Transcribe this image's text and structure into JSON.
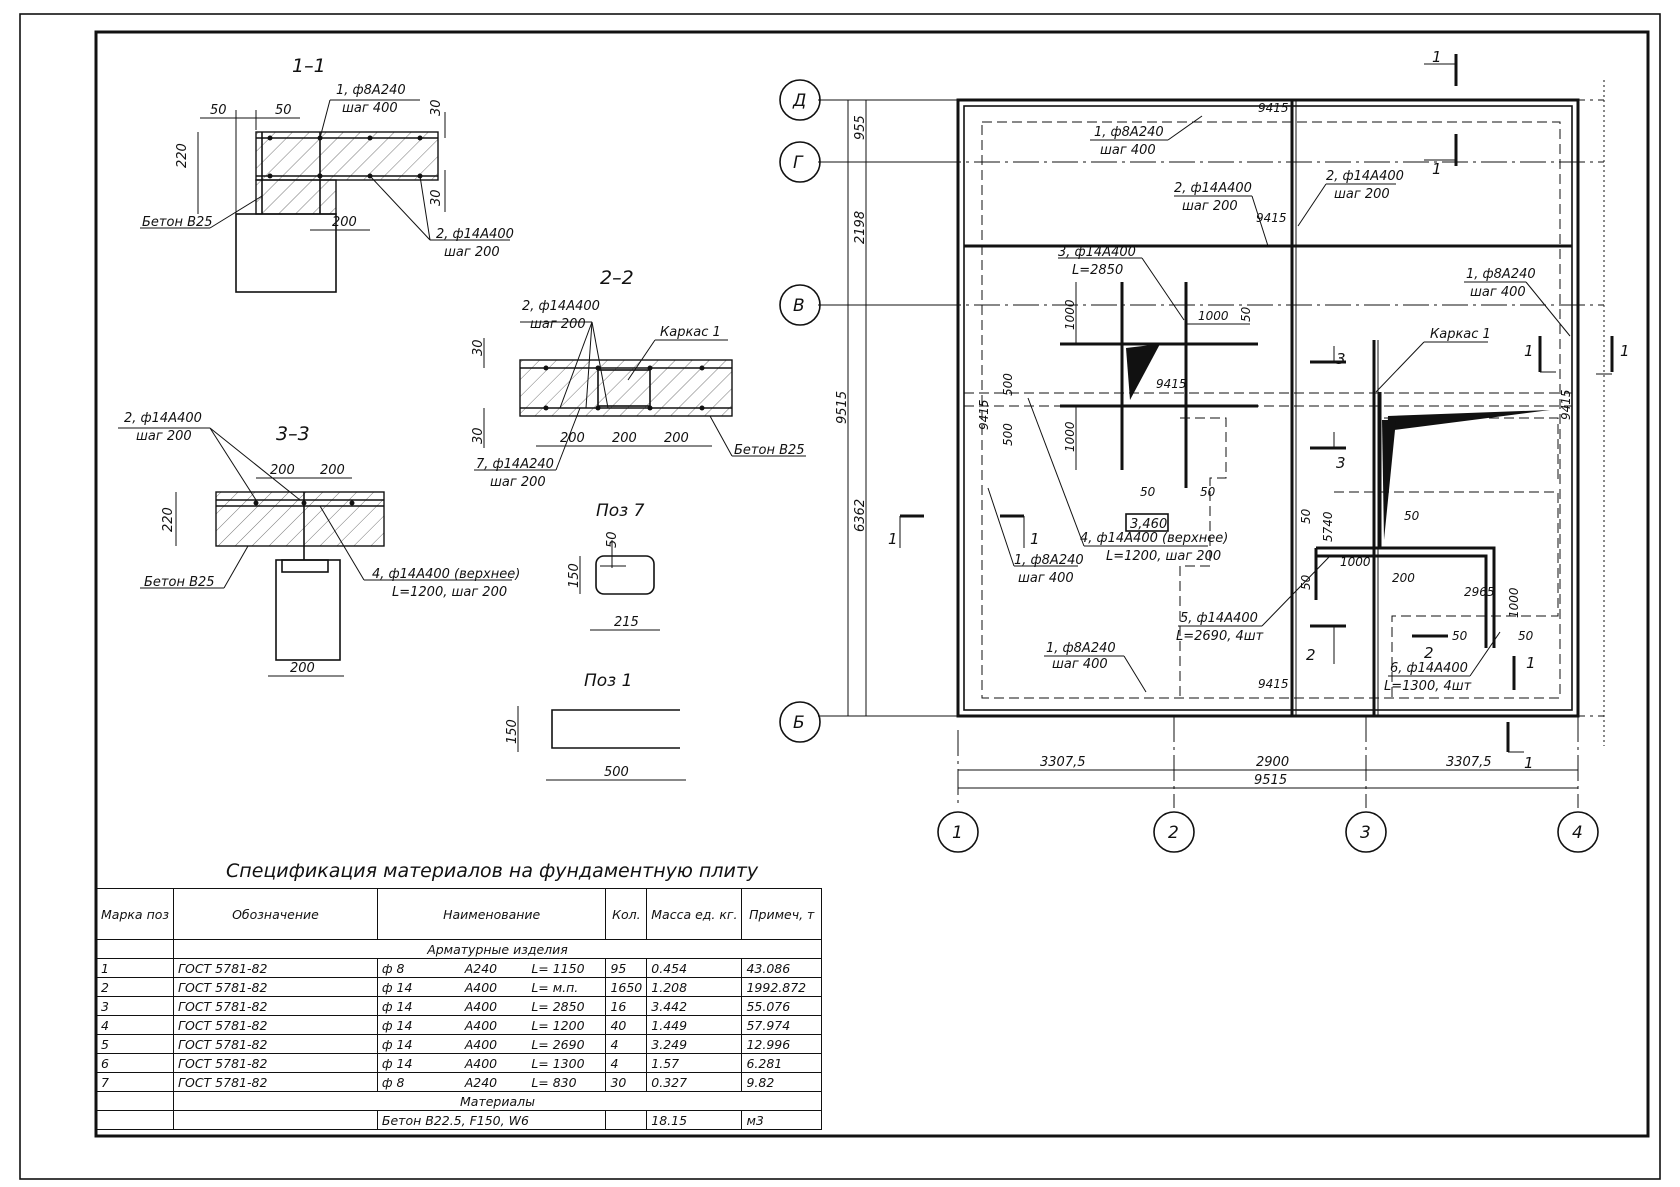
{
  "sections": {
    "s11": {
      "title": "1–1",
      "rebar_top": "1, ф8А240",
      "rebar_top_step": "шаг 400",
      "rebar_bot": "2, ф14А400",
      "rebar_bot_step": "шаг 200",
      "concrete": "Бетон В25",
      "dims": [
        "50",
        "50",
        "30",
        "220",
        "30",
        "200"
      ]
    },
    "s22": {
      "title": "2–2",
      "rebar_a": "2, ф14А400",
      "rebar_a_step": "шаг 200",
      "frame": "Каркас 1",
      "rebar_b": "7, ф14А240",
      "rebar_b_step": "шаг 200",
      "concrete": "Бетон В25",
      "dims": [
        "30",
        "30",
        "200",
        "200",
        "200"
      ]
    },
    "s33": {
      "title": "3–3",
      "rebar_a": "2, ф14А400",
      "rebar_a_step": "шаг 200",
      "rebar_b": "4, ф14А400 (верхнее)",
      "rebar_b_step": "L=1200, шаг 200",
      "concrete": "Бетон В25",
      "dims": [
        "200",
        "200",
        "220",
        "200"
      ]
    },
    "poz7": {
      "title": "Поз 7",
      "dims": [
        "50",
        "150",
        "215"
      ]
    },
    "poz1": {
      "title": "Поз 1",
      "dims": [
        "150",
        "500"
      ]
    }
  },
  "plan": {
    "axes_letters": [
      "Д",
      "Г",
      "В",
      "Б"
    ],
    "axes_numbers": [
      "1",
      "2",
      "3",
      "4"
    ],
    "dims_left": [
      "955",
      "2198",
      "9515",
      "6362"
    ],
    "dims_bottom": [
      "3307,5",
      "2900",
      "3307,5",
      "9515"
    ],
    "labels": {
      "r1a": "1, ф8А240",
      "r1a_step": "шаг 400",
      "r2a": "2, ф14А400",
      "r2a_step": "шаг 200",
      "r2b": "2, ф14А400",
      "r2b_step": "шаг 200",
      "r3": "3, ф14А400",
      "r3_len": "L=2850",
      "r1b": "1, ф8А240",
      "r1b_step": "шаг 400",
      "frame": "Каркас 1",
      "r4": "4, ф14А400 (верхнее)",
      "r4_len": "L=1200, шаг 200",
      "r1c": "1, ф8А240",
      "r1c_step": "шаг 400",
      "r1d": "1, ф8А240",
      "r1d_step": "шаг 400",
      "r5": "5, ф14А400",
      "r5_len": "L=2690, 4шт",
      "r6": "6, ф14А400",
      "r6_len": "L=1300, 4шт",
      "elev": "3,460"
    },
    "inner_dims": [
      "9415",
      "9415",
      "9415",
      "9415",
      "9415",
      "9415",
      "1000",
      "50",
      "1000",
      "1000",
      "500",
      "500",
      "50",
      "50",
      "50",
      "5740",
      "50",
      "1000",
      "200",
      "2965",
      "1000",
      "50",
      "50",
      "50"
    ],
    "cut_marks": [
      "1",
      "1",
      "1",
      "1",
      "1",
      "1",
      "1",
      "2",
      "2",
      "3",
      "3",
      "1"
    ]
  },
  "spec": {
    "title": "Спецификация материалов на фундаментную плиту",
    "headers": [
      "Марка поз",
      "Обозначение",
      "Наименование",
      "Кол.",
      "Масса ед. кг.",
      "Примеч, т"
    ],
    "group1": "Арматурные изделия",
    "rows": [
      {
        "pos": "1",
        "doc": "ГОСТ 5781-82",
        "d": "ф",
        "dn": "8",
        "cls": "А240",
        "len": "L= 1150",
        "qty": "95",
        "mass": "0.454",
        "note": "43.086"
      },
      {
        "pos": "2",
        "doc": "ГОСТ 5781-82",
        "d": "ф",
        "dn": "14",
        "cls": "А400",
        "len": "L= м.п.",
        "qty": "1650",
        "mass": "1.208",
        "note": "1992.872"
      },
      {
        "pos": "3",
        "doc": "ГОСТ 5781-82",
        "d": "ф",
        "dn": "14",
        "cls": "А400",
        "len": "L= 2850",
        "qty": "16",
        "mass": "3.442",
        "note": "55.076"
      },
      {
        "pos": "4",
        "doc": "ГОСТ 5781-82",
        "d": "ф",
        "dn": "14",
        "cls": "А400",
        "len": "L= 1200",
        "qty": "40",
        "mass": "1.449",
        "note": "57.974"
      },
      {
        "pos": "5",
        "doc": "ГОСТ 5781-82",
        "d": "ф",
        "dn": "14",
        "cls": "А400",
        "len": "L= 2690",
        "qty": "4",
        "mass": "3.249",
        "note": "12.996"
      },
      {
        "pos": "6",
        "doc": "ГОСТ 5781-82",
        "d": "ф",
        "dn": "14",
        "cls": "А400",
        "len": "L= 1300",
        "qty": "4",
        "mass": "1.57",
        "note": "6.281"
      },
      {
        "pos": "7",
        "doc": "ГОСТ 5781-82",
        "d": "ф",
        "dn": "8",
        "cls": "А240",
        "len": "L= 830",
        "qty": "30",
        "mass": "0.327",
        "note": "9.82"
      }
    ],
    "group2": "Материалы",
    "material": {
      "name": "Бетон В22.5, F150, W6",
      "qty": "",
      "mass": "18.15",
      "note": "м3"
    }
  }
}
